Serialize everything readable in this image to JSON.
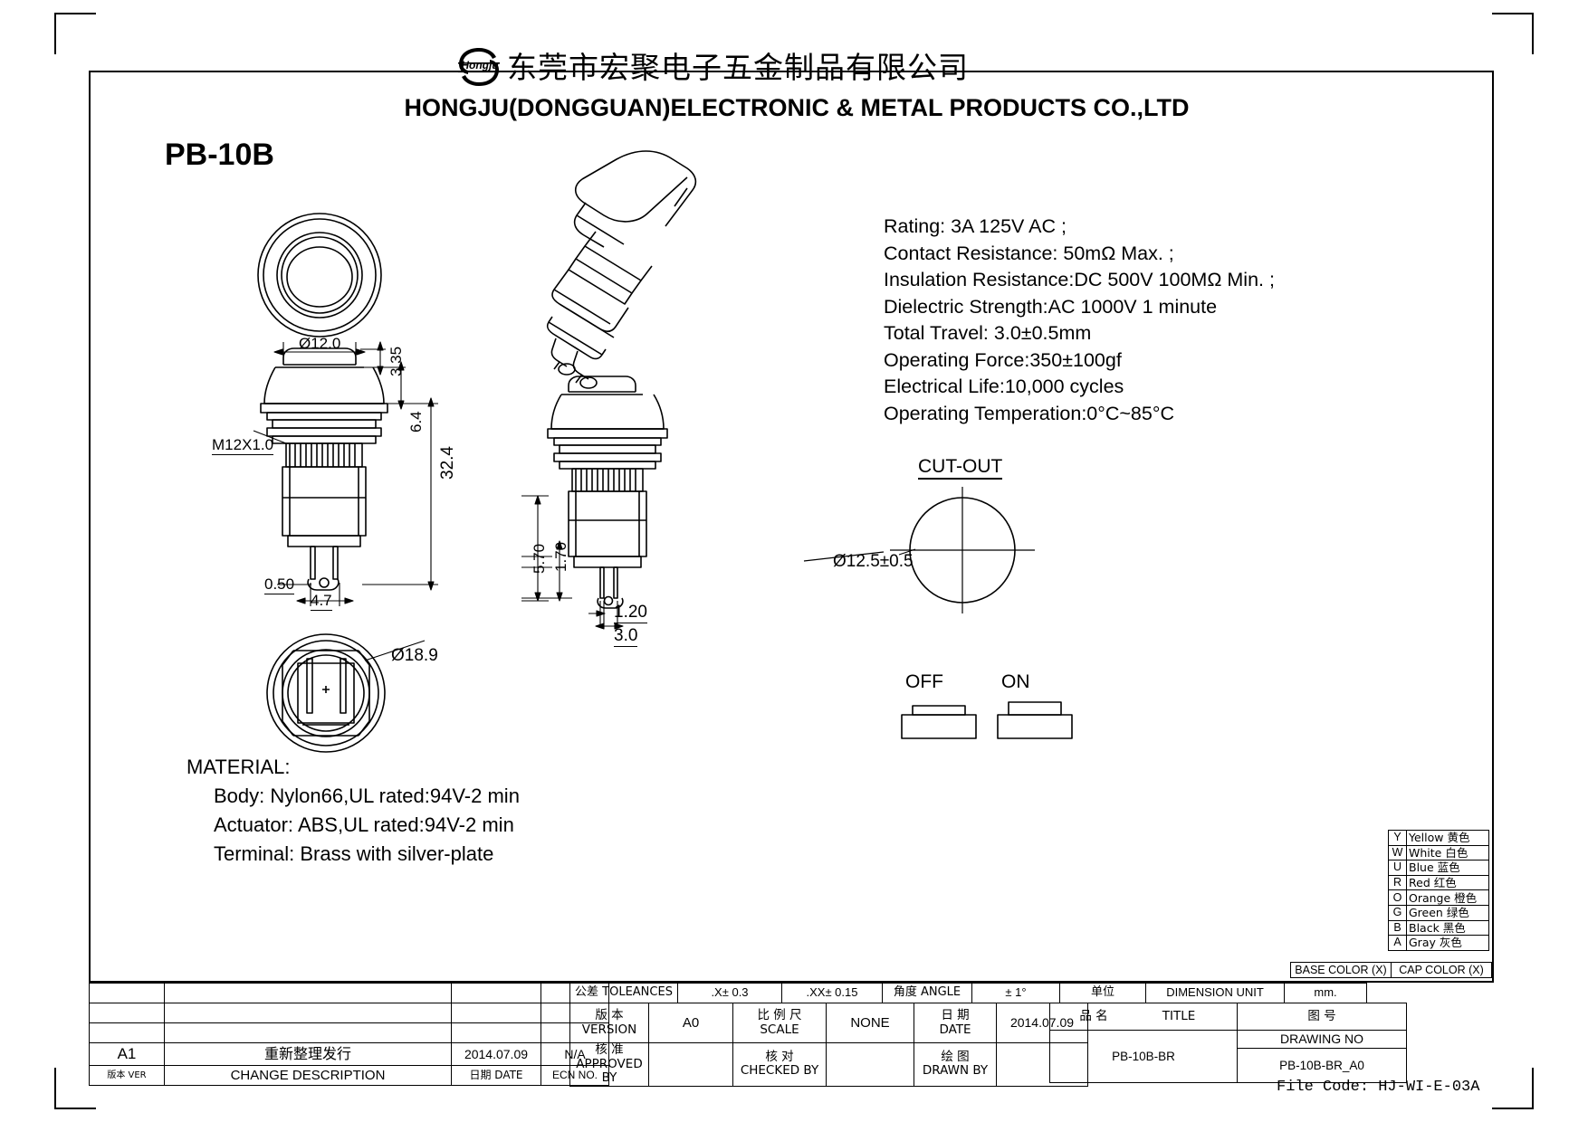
{
  "header": {
    "logo_wordmark": "Hongju",
    "company_cn": "东莞市宏聚电子五金制品有限公司",
    "company_en": "HONGJU(DONGGUAN)ELECTRONIC & METAL PRODUCTS CO.,LTD"
  },
  "part_code": "PB-10B",
  "specs": [
    "Rating: 3A   125V AC ;",
    "Contact Resistance: 50mΩ Max. ;",
    "Insulation Resistance:DC 500V 100MΩ  Min. ;",
    "Dielectric Strength:AC 1000V 1 minute",
    "Total Travel: 3.0±0.5mm",
    "Operating Force:350±100gf",
    "Electrical Life:10,000 cycles",
    "Operating Temperation:0°C~85°C"
  ],
  "cutout": {
    "label": "CUT-OUT",
    "diameter": "Ø12.5±0.5"
  },
  "switch_states": {
    "off": "OFF",
    "on": "ON"
  },
  "material": {
    "heading": "MATERIAL:",
    "lines": [
      "Body: Nylon66,UL rated:94V-2 min",
      "Actuator: ABS,UL rated:94V-2 min",
      "Terminal: Brass with silver-plate"
    ]
  },
  "dimensions": {
    "cap_dia": "Ø12.0",
    "cap_height": "3.35",
    "shoulder": "6.4",
    "thread": "M12X1.0",
    "total_length": "32.4",
    "terminal_thk": "0.50",
    "terminal_width": "4.7",
    "bezel_dia": "Ø18.9",
    "side_a": "5.70",
    "side_b": "1.70",
    "pin_w": "1.20",
    "pin_span": "3.0"
  },
  "color_legend": {
    "rows": [
      {
        "code": "Y",
        "name": "Yellow 黄色"
      },
      {
        "code": "W",
        "name": "White 白色"
      },
      {
        "code": "U",
        "name": "Blue  蓝色"
      },
      {
        "code": "R",
        "name": "Red  红色"
      },
      {
        "code": "O",
        "name": "Orange 橙色"
      },
      {
        "code": "G",
        "name": "Green 绿色"
      },
      {
        "code": "B",
        "name": "Black 黑色"
      },
      {
        "code": "A",
        "name": "Gray 灰色"
      }
    ],
    "base_color": "BASE COLOR (X)",
    "cap_color": "CAP COLOR (X)"
  },
  "title_block": {
    "tolerances_label": "公差 TOLEANCES",
    "tol_x": ".X± 0.3",
    "tol_xx": ".XX± 0.15",
    "angle_label": "角度 ANGLE",
    "angle_value": "± 1°",
    "unit_label": "单位",
    "unit_label_en": "DIMENSION UNIT",
    "unit_value": "mm.",
    "version_cn": "版 本",
    "version_en": "VERSION",
    "version_value": "A0",
    "scale_cn": "比 例 尺",
    "scale_en": "SCALE",
    "scale_value": "NONE",
    "date_cn": "日 期",
    "date_en": "DATE",
    "date_value": "2014.07.09",
    "title_cn": "品 名",
    "title_en": "TITLE",
    "title_value": "PB-10B-BR",
    "drawing_no_cn": "图 号",
    "drawing_no_en": "DRAWING NO",
    "drawing_no_value": "PB-10B-BR_A0",
    "approved_cn": "核 准",
    "approved_en": "APPROVED BY",
    "approved_value": "",
    "checked_cn": "核 对",
    "checked_en": "CHECKED BY",
    "checked_value": "",
    "drawn_cn": "绘 图",
    "drawn_en": "DRAWN BY",
    "drawn_value": "",
    "rev_value": "A1",
    "rev_cn": "版本 VER",
    "change_desc_value": "重新整理发行",
    "change_desc_label": "CHANGE DESCRIPTION",
    "rev_date_value": "2014.07.09",
    "rev_date_label": "日期 DATE",
    "ecn_value": "N/A",
    "ecn_label": "ECN NO."
  },
  "file_code": "File Code: HJ-WI-E-03A"
}
